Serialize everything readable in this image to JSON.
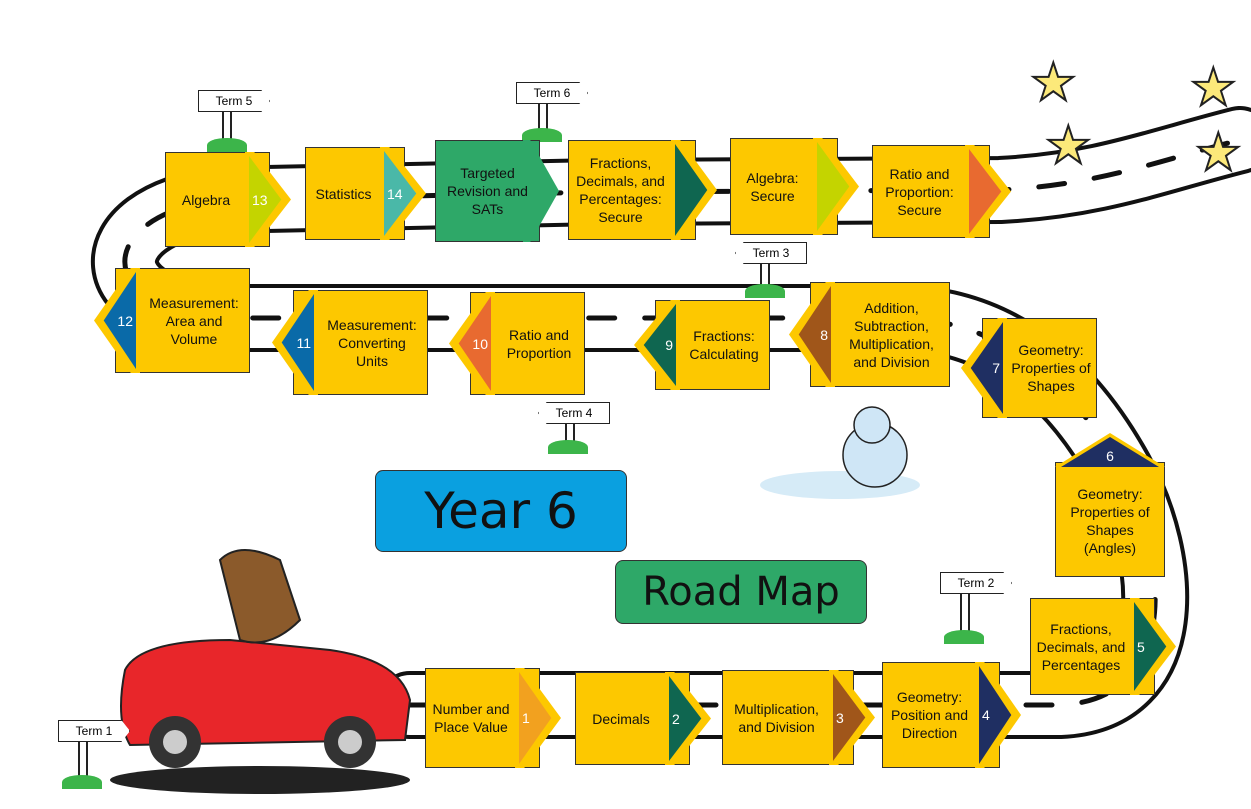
{
  "title": {
    "year": "Year 6",
    "subtitle": "Road Map"
  },
  "terms": [
    "Term 1",
    "Term 2",
    "Term 3",
    "Term 4",
    "Term 5",
    "Term 6"
  ],
  "steps": [
    {
      "num": "1",
      "label": "Number and Place Value",
      "color": "#f2a11f"
    },
    {
      "num": "2",
      "label": "Decimals",
      "color": "#0f6650"
    },
    {
      "num": "3",
      "label": "Multiplication, and Division",
      "color": "#a0561a"
    },
    {
      "num": "4",
      "label": "Geometry: Position and Direction",
      "color": "#1f2f62"
    },
    {
      "num": "5",
      "label": "Fractions, Decimals, and Percentages",
      "color": "#0f6650"
    },
    {
      "num": "6",
      "label": "Geometry: Properties of Shapes (Angles)",
      "color": "#1f2f62"
    },
    {
      "num": "7",
      "label": "Geometry: Properties of Shapes",
      "color": "#1f2f62"
    },
    {
      "num": "8",
      "label": "Addition, Subtraction, Multiplication, and Division",
      "color": "#a0561a"
    },
    {
      "num": "9",
      "label": "Fractions: Calculating",
      "color": "#0f6650"
    },
    {
      "num": "10",
      "label": "Ratio and Proportion",
      "color": "#e86a30"
    },
    {
      "num": "11",
      "label": "Measurement: Converting Units",
      "color": "#0a6aa8"
    },
    {
      "num": "12",
      "label": "Measurement: Area and Volume",
      "color": "#0a6aa8"
    },
    {
      "num": "13",
      "label": "Algebra",
      "color": "#c4d400"
    },
    {
      "num": "14",
      "label": "Statistics",
      "color": "#4ab8a8"
    }
  ],
  "revision": {
    "label": "Targeted Revision and SATs",
    "color": "#2ea868"
  },
  "secure": [
    {
      "label": "Fractions, Decimals, and Percentages: Secure",
      "color": "#0f6650"
    },
    {
      "label": "Algebra: Secure",
      "color": "#c4d400"
    },
    {
      "label": "Ratio and Proportion: Secure",
      "color": "#e86a30"
    }
  ]
}
